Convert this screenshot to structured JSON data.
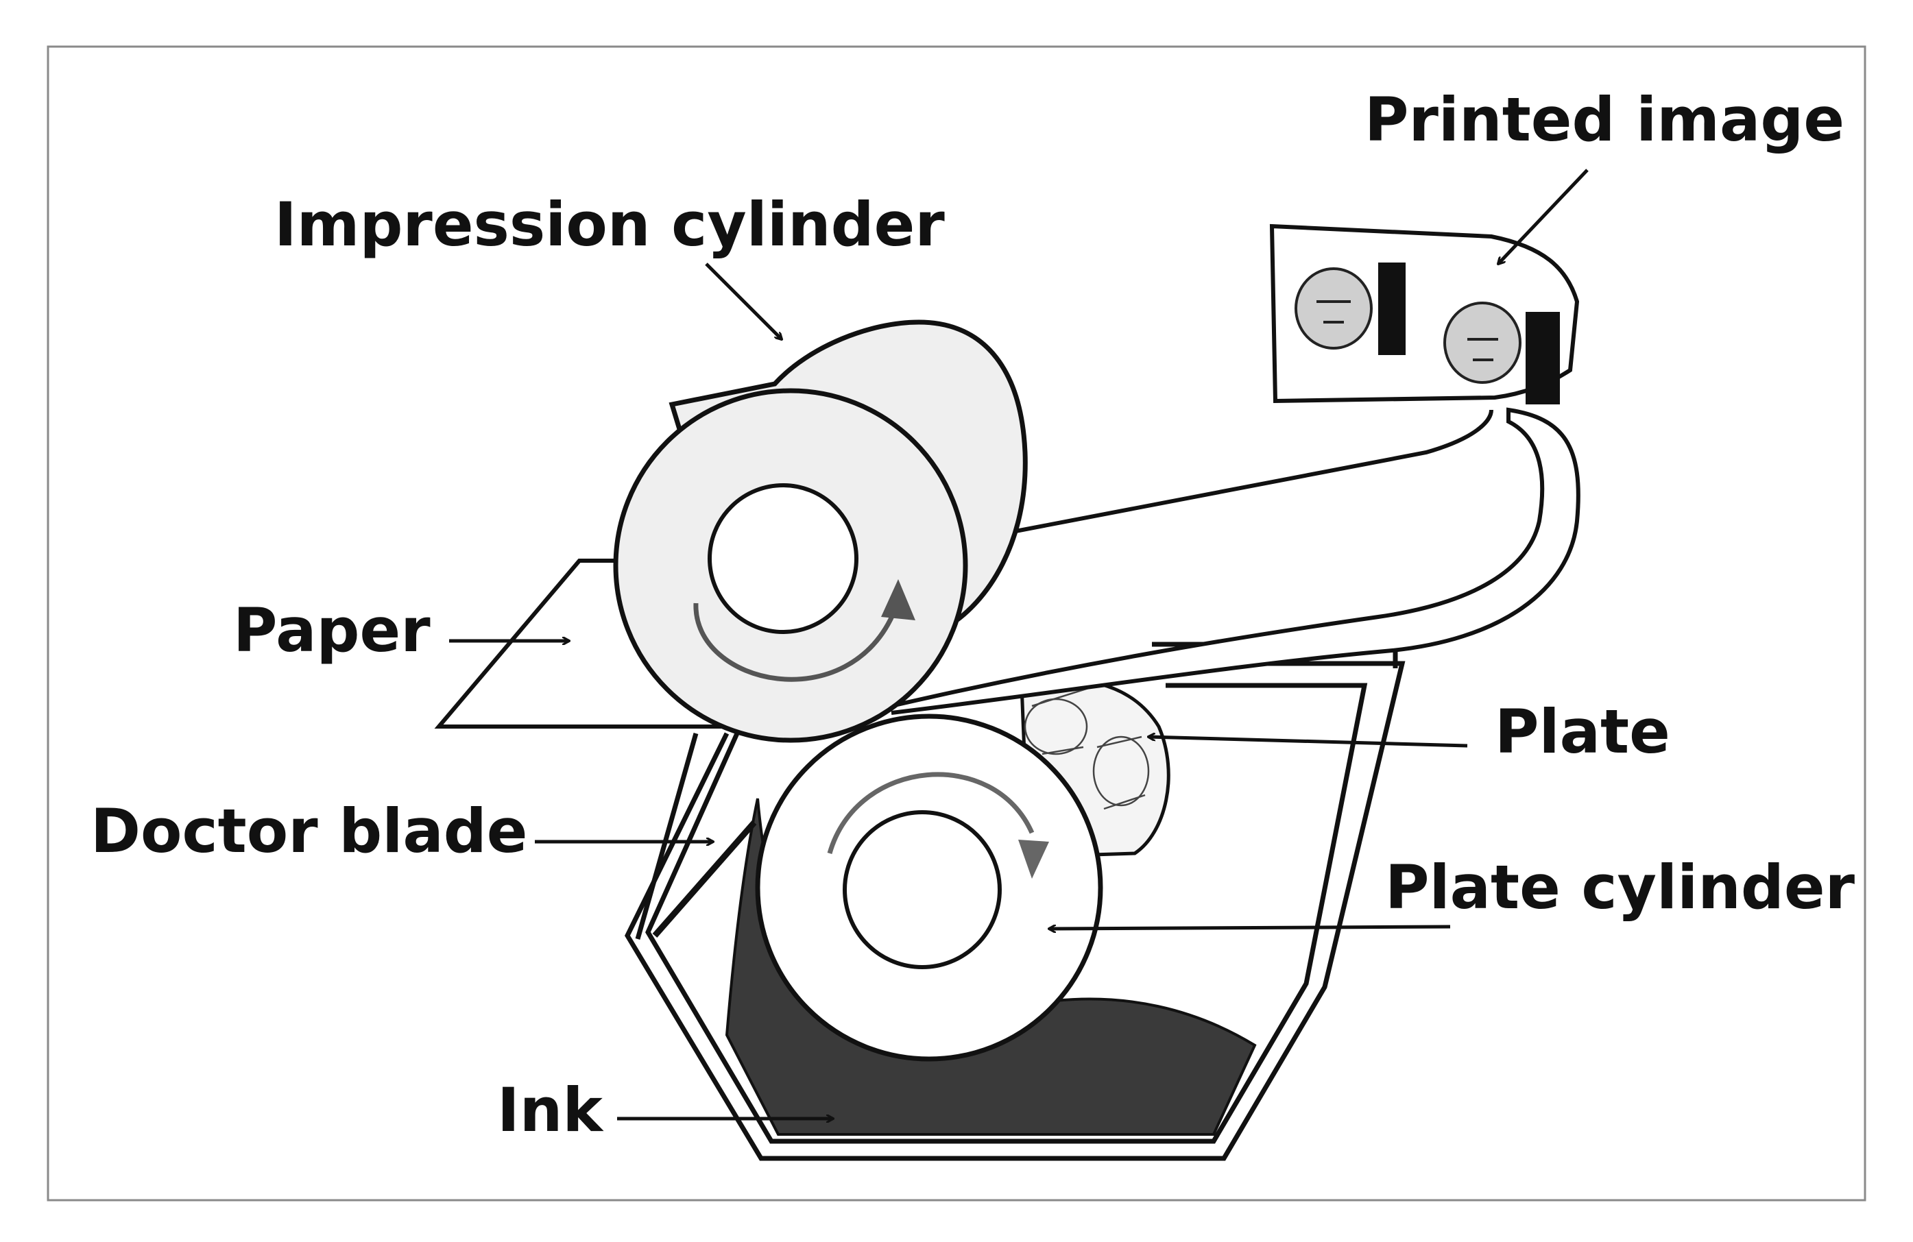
{
  "labels": {
    "printed_image": "Printed image",
    "impression_cylinder": "Impression cylinder",
    "paper": "Paper",
    "plate": "Plate",
    "doctor_blade": "Doctor blade",
    "plate_cylinder": "Plate cylinder",
    "ink": "Ink"
  },
  "colors": {
    "line": "#111111",
    "ink": "#3a3a3a",
    "cylinder_fill": "#efefef",
    "frame": "#8a8a8a"
  }
}
